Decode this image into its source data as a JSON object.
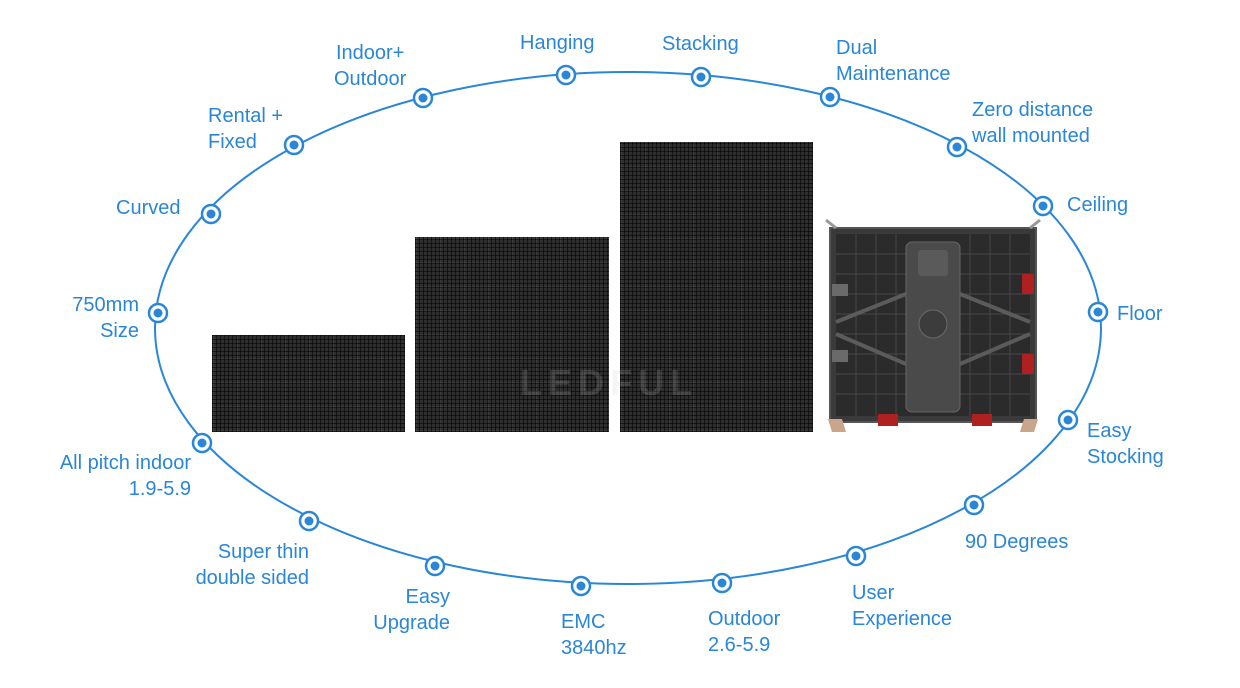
{
  "colors": {
    "accent": "#2a86d6",
    "panel": "#2e2e2e"
  },
  "labels": {
    "hanging": "Hanging",
    "stacking": "Stacking",
    "indoor_outdoor": [
      "Indoor+",
      "Outdoor"
    ],
    "dual_maintenance": [
      "Dual",
      "Maintenance"
    ],
    "rental_fixed": [
      "Rental +",
      "Fixed"
    ],
    "zero_distance": [
      "Zero distance",
      "wall mounted"
    ],
    "curved": "Curved",
    "ceiling": "Ceiling",
    "size_750": [
      "750mm",
      "Size"
    ],
    "floor": "Floor",
    "all_pitch_indoor": [
      "All pitch indoor",
      "1.9-5.9"
    ],
    "easy_stocking": [
      "Easy",
      "Stocking"
    ],
    "super_thin": [
      "Super thin",
      "double sided"
    ],
    "degrees_90": "90 Degrees",
    "easy_upgrade": [
      "Easy",
      "Upgrade"
    ],
    "user_experience": [
      "User",
      "Experience"
    ],
    "emc": [
      "EMC",
      "3840hz"
    ],
    "outdoor_pitch": [
      "Outdoor",
      "2.6-5.9"
    ]
  },
  "watermark": "LEDFUL",
  "icons": {
    "marker": "target-dot-icon"
  }
}
